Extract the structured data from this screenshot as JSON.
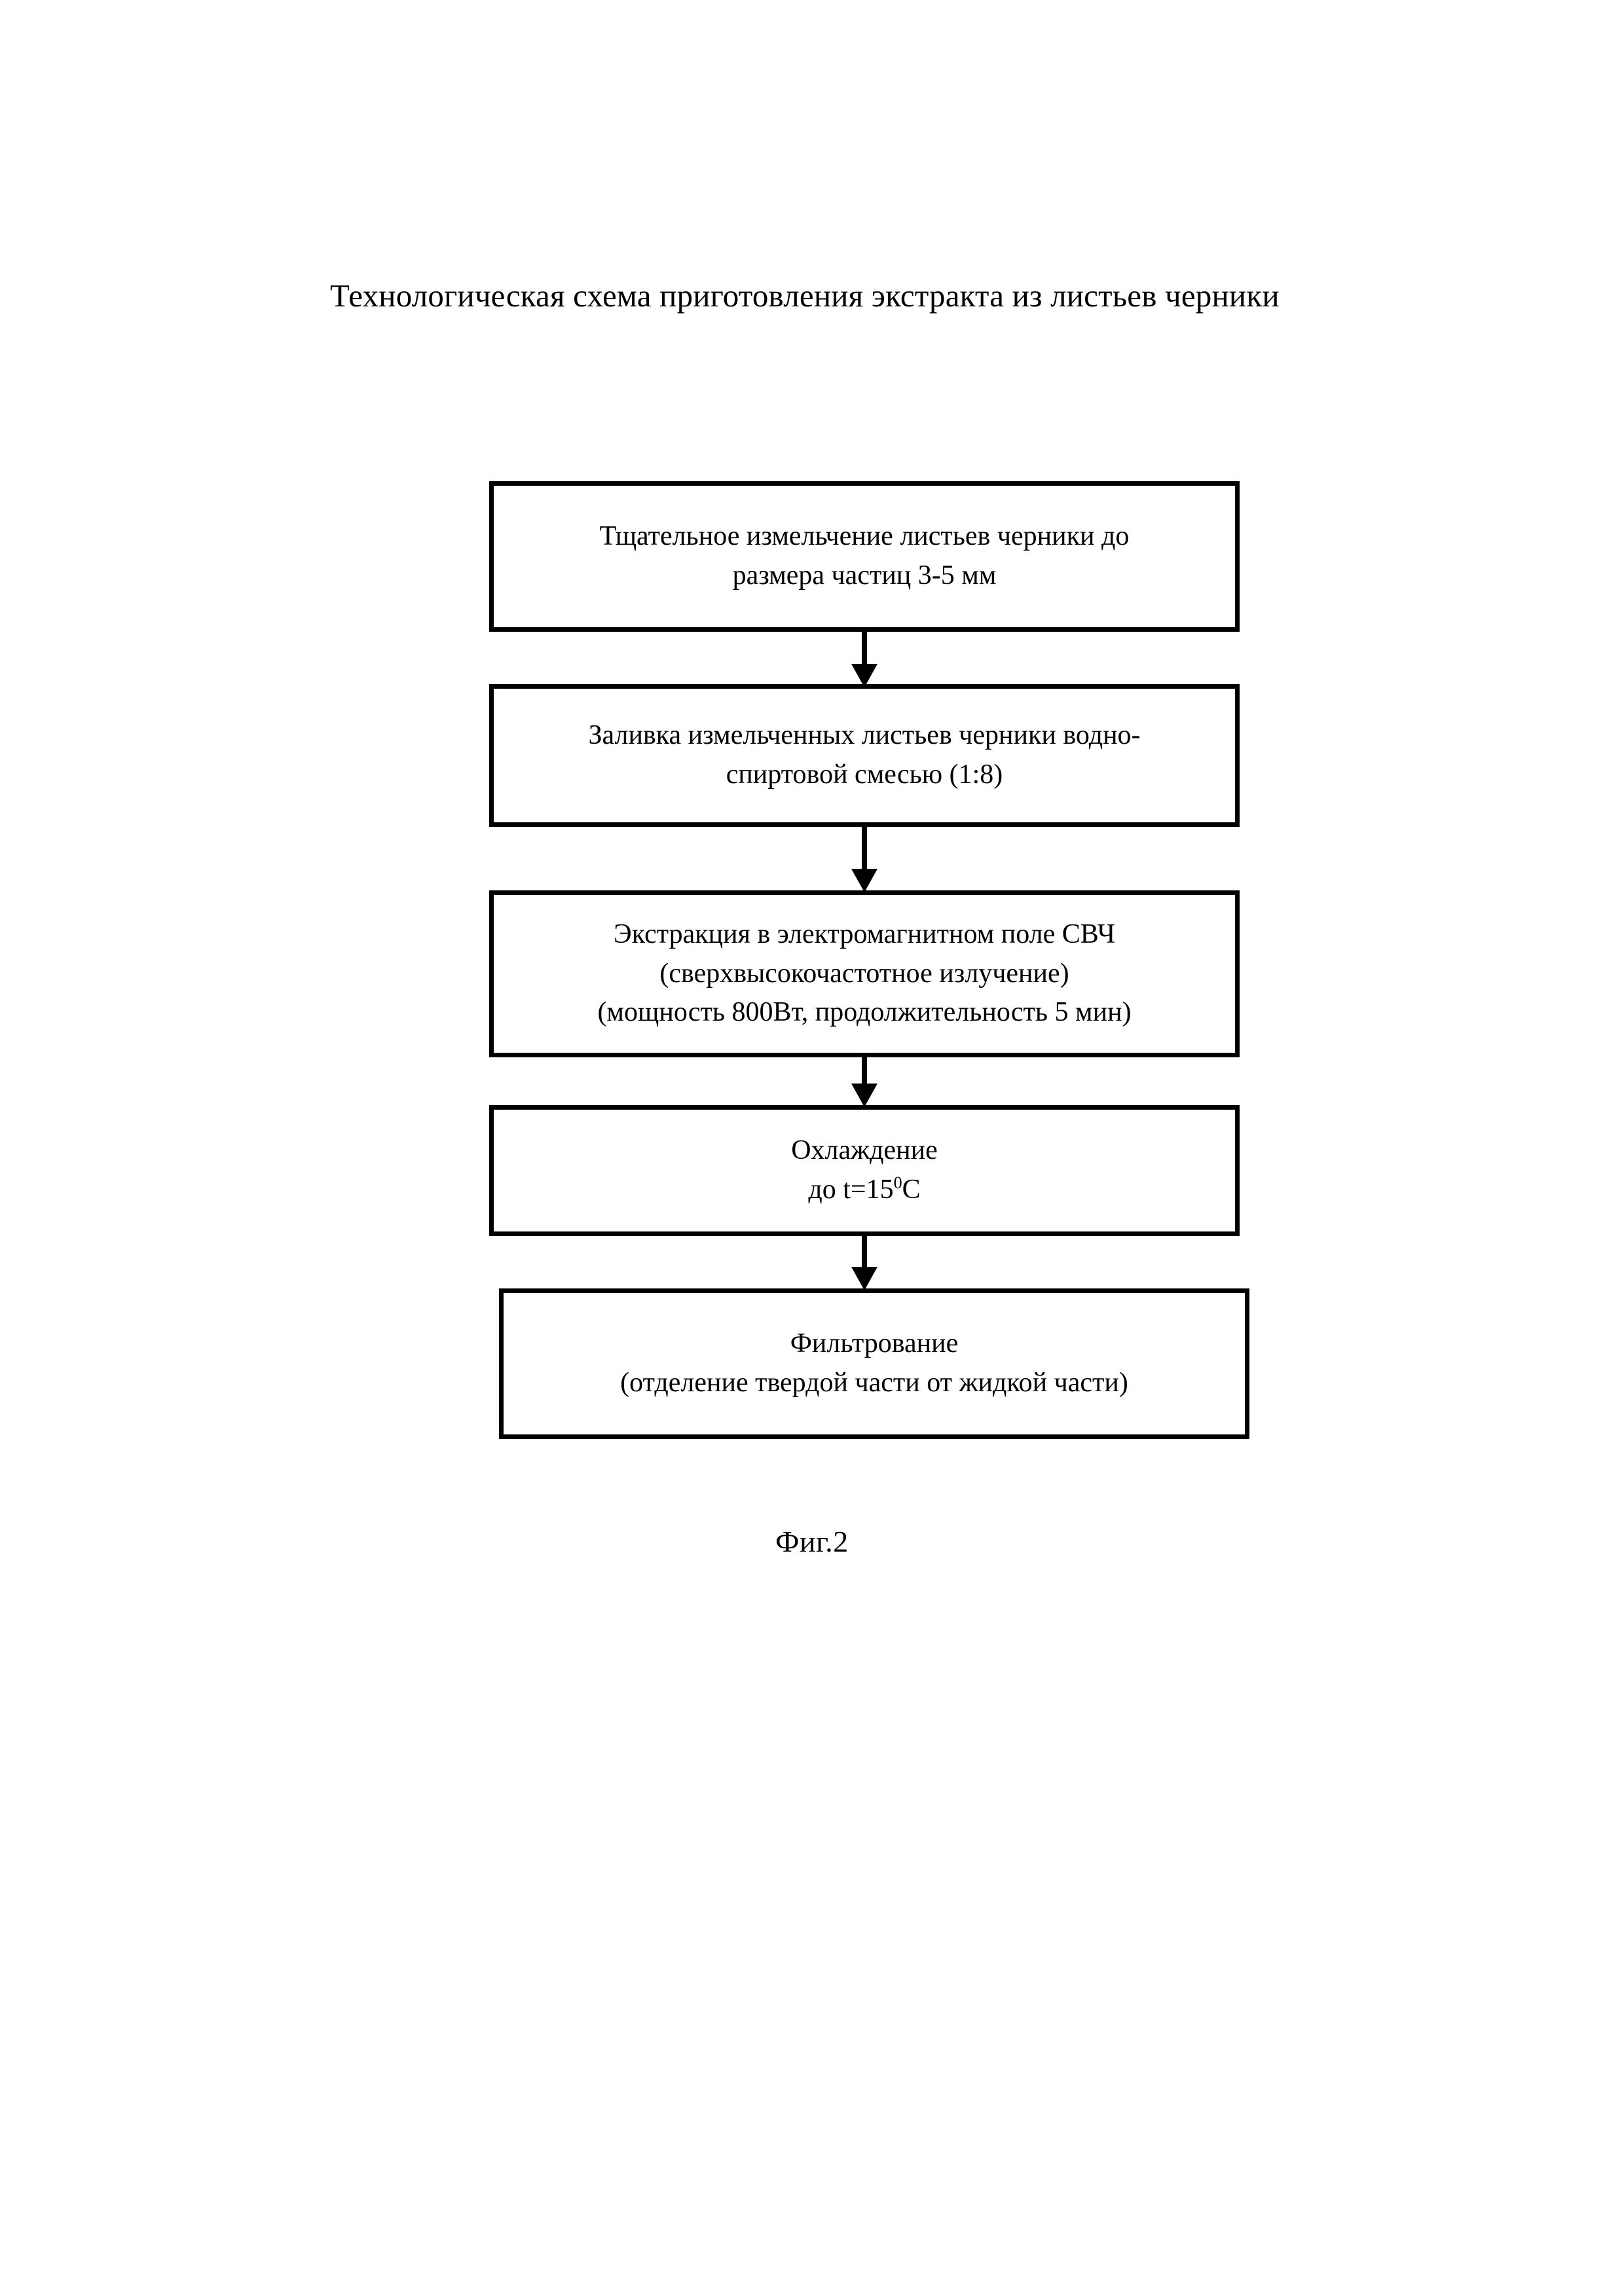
{
  "document": {
    "title": "Технологическая схема приготовления экстракта из листьев черники",
    "figure_caption": "Фиг.2",
    "ink_color": "#000000",
    "page_color": "#ffffff"
  },
  "flowchart": {
    "type": "vertical-process-flow",
    "step_count": 5,
    "arrow_count": 4,
    "steps": [
      {
        "id": "step-1",
        "name": "grinding",
        "lines": [
          "Тщательное измельчение листьев черники до",
          "размера частиц 3-5 мм"
        ],
        "parameters": {
          "particle_size": "3-5 мм"
        }
      },
      {
        "id": "step-2",
        "name": "soaking",
        "lines": [
          "Заливка измельченных листьев черники водно-",
          "спиртовой смесью (1:8)"
        ],
        "parameters": {
          "ratio": "1:8"
        }
      },
      {
        "id": "step-3",
        "name": "microwave-extraction",
        "lines": [
          "Экстракция в электромагнитном поле СВЧ",
          "(сверхвысокочастотное излучение)",
          "(мощность 800Вт, продолжительность 5 мин)"
        ],
        "parameters": {
          "power": "800Вт",
          "duration": "5 мин"
        }
      },
      {
        "id": "step-4",
        "name": "cooling",
        "lines": [
          "Охлаждение",
          "до t=15"
        ],
        "temperature_superscript": "0",
        "temperature_unit": "С",
        "parameters": {
          "target_temperature": "15 °С"
        }
      },
      {
        "id": "step-5",
        "name": "filtration",
        "lines": [
          "Фильтрование",
          "(отделение твердой части от жидкой части)"
        ]
      }
    ],
    "arrows": [
      {
        "id": "arrow-1",
        "from": "step-1",
        "to": "step-2",
        "direction": "down"
      },
      {
        "id": "arrow-2",
        "from": "step-2",
        "to": "step-3",
        "direction": "down"
      },
      {
        "id": "arrow-3",
        "from": "step-3",
        "to": "step-4",
        "direction": "down"
      },
      {
        "id": "arrow-4",
        "from": "step-4",
        "to": "step-5",
        "direction": "down"
      }
    ]
  }
}
